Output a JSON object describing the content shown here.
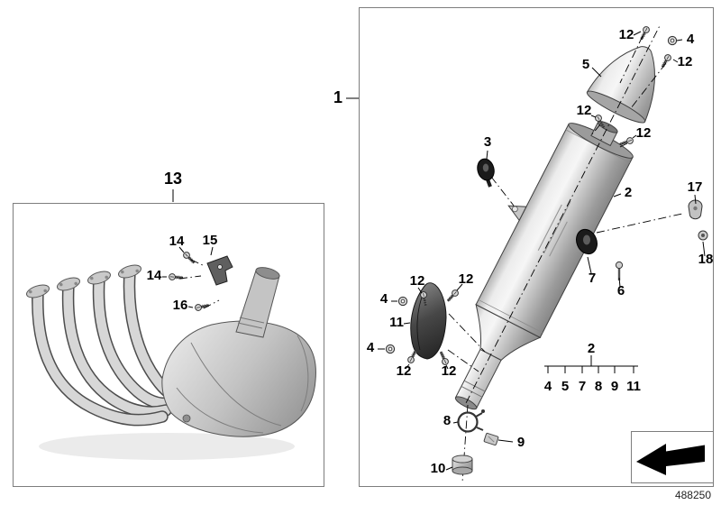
{
  "figure": {
    "drawing_number": "488250"
  },
  "legend": {
    "group_label": "2",
    "items": [
      "4",
      "5",
      "7",
      "8",
      "9",
      "11"
    ]
  },
  "callouts": [
    {
      "label": "12"
    },
    {
      "label": "4"
    },
    {
      "label": "12"
    },
    {
      "label": "5"
    },
    {
      "label": "12"
    },
    {
      "label": "12"
    },
    {
      "label": "3"
    },
    {
      "label": "2"
    },
    {
      "label": "17"
    },
    {
      "label": "18"
    },
    {
      "label": "7"
    },
    {
      "label": "6"
    },
    {
      "label": "12"
    },
    {
      "label": "12"
    },
    {
      "label": "4"
    },
    {
      "label": "11"
    },
    {
      "label": "4"
    },
    {
      "label": "12"
    },
    {
      "label": "12"
    },
    {
      "label": "8"
    },
    {
      "label": "9"
    },
    {
      "label": "10"
    },
    {
      "label": "1"
    },
    {
      "label": "13"
    },
    {
      "label": "14"
    },
    {
      "label": "15"
    },
    {
      "label": "14"
    },
    {
      "label": "16"
    }
  ],
  "icons": {
    "direction_arrow": "left-direction-arrow"
  }
}
